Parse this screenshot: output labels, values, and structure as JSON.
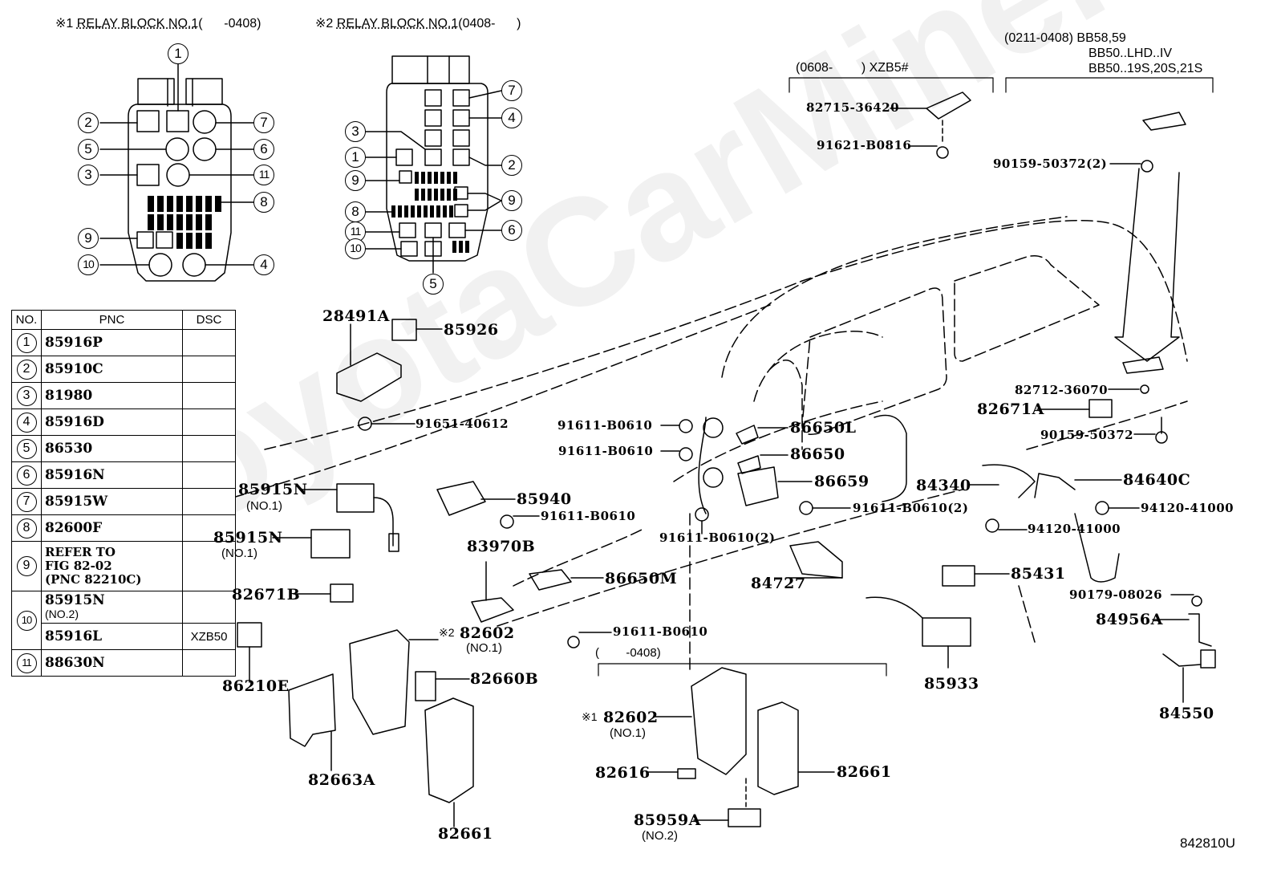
{
  "watermark": "ToyotaCarMine.ru",
  "headers": {
    "relay1": {
      "mark": "※1",
      "name": "RELAY BLOCK NO.1",
      "range": "(      -0408)"
    },
    "relay2": {
      "mark": "※2",
      "name": "RELAY BLOCK NO.1",
      "range": "(0408-      )"
    },
    "variant_a": "(0608-        ) XZB5#",
    "variant_b_1": "(0211-0408) BB58,59",
    "variant_b_2": "BB50..LHD..IV",
    "variant_b_3": "BB50..19S,20S,21S",
    "range_0408": "(        -0408)"
  },
  "relay_block_1": {
    "callouts": [
      "1",
      "2",
      "3",
      "4",
      "5",
      "6",
      "7",
      "8",
      "9",
      "10",
      "11"
    ]
  },
  "relay_block_2": {
    "callouts": [
      "1",
      "2",
      "3",
      "4",
      "5",
      "6",
      "7",
      "8",
      "9",
      "9",
      "10",
      "11"
    ]
  },
  "pnc_table": {
    "headers": {
      "no": "NO.",
      "pnc": "PNC",
      "dsc": "DSC"
    },
    "rows": [
      {
        "no": "1",
        "pnc": "85916P",
        "dsc": ""
      },
      {
        "no": "2",
        "pnc": "85910C",
        "dsc": ""
      },
      {
        "no": "3",
        "pnc": "81980",
        "dsc": ""
      },
      {
        "no": "4",
        "pnc": "85916D",
        "dsc": ""
      },
      {
        "no": "5",
        "pnc": "86530",
        "dsc": ""
      },
      {
        "no": "6",
        "pnc": "85916N",
        "dsc": ""
      },
      {
        "no": "7",
        "pnc": "85915W",
        "dsc": ""
      },
      {
        "no": "8",
        "pnc": "82600F",
        "dsc": ""
      },
      {
        "no": "9",
        "pnc_lines": [
          "REFER TO",
          "FIG 82-02",
          "(PNC 82210C)"
        ],
        "dsc": ""
      },
      {
        "no": "10",
        "pnc": "85915N",
        "pnc_sub": "(NO.2)",
        "dsc": ""
      },
      {
        "no": "",
        "pnc": "85916L",
        "dsc": "XZB50"
      },
      {
        "no": "11",
        "pnc": "88630N",
        "dsc": ""
      }
    ]
  },
  "parts": {
    "p28491A": "28491A",
    "p85926": "85926",
    "p91651_40612": "91651-40612",
    "p85915N_a": "85915N",
    "p85915N_a_sub": "(NO.1)",
    "p85915N_b": "85915N",
    "p85915N_b_sub": "(NO.1)",
    "p82671B": "82671B",
    "p86210E": "86210E",
    "p82663A": "82663A",
    "p82602_2": "82602",
    "p82602_2_mark": "※2",
    "p82602_2_sub": "(NO.1)",
    "p82660B": "82660B",
    "p82661_a": "82661",
    "p85940": "85940",
    "p91611_B0610_a": "91611-B0610",
    "p83970B": "83970B",
    "p86650M": "86650M",
    "p91611_B0610_b": "91611-B0610",
    "p91611_B0610_c": "91611-B0610",
    "p91611_B0610_d": "91611-B0610",
    "p86650L": "86650L",
    "p86650": "86650",
    "p86659": "86659",
    "p91611_B0610_2a": "91611-B0610(2)",
    "p91611_B0610_2b": "91611-B0610(2)",
    "p84727": "84727",
    "p82602_1": "82602",
    "p82602_1_mark": "※1",
    "p82602_1_sub": "(NO.1)",
    "p82616": "82616",
    "p85959A": "85959A",
    "p85959A_sub": "(NO.2)",
    "p82661_b": "82661",
    "p85933": "85933",
    "p85431": "85431",
    "p84340": "84340",
    "p82671A": "82671A",
    "p82712_36070": "82712-36070",
    "p90159_50372": "90159-50372",
    "p90159_50372_2": "90159-50372(2)",
    "p84640C": "84640C",
    "p94120_41000_a": "94120-41000",
    "p94120_41000_b": "94120-41000",
    "p90179_08026": "90179-08026",
    "p84956A": "84956A",
    "p84550": "84550",
    "p82715_36420": "82715-36420",
    "p91621_B0816": "91621-B0816"
  },
  "figure_number": "842810U"
}
